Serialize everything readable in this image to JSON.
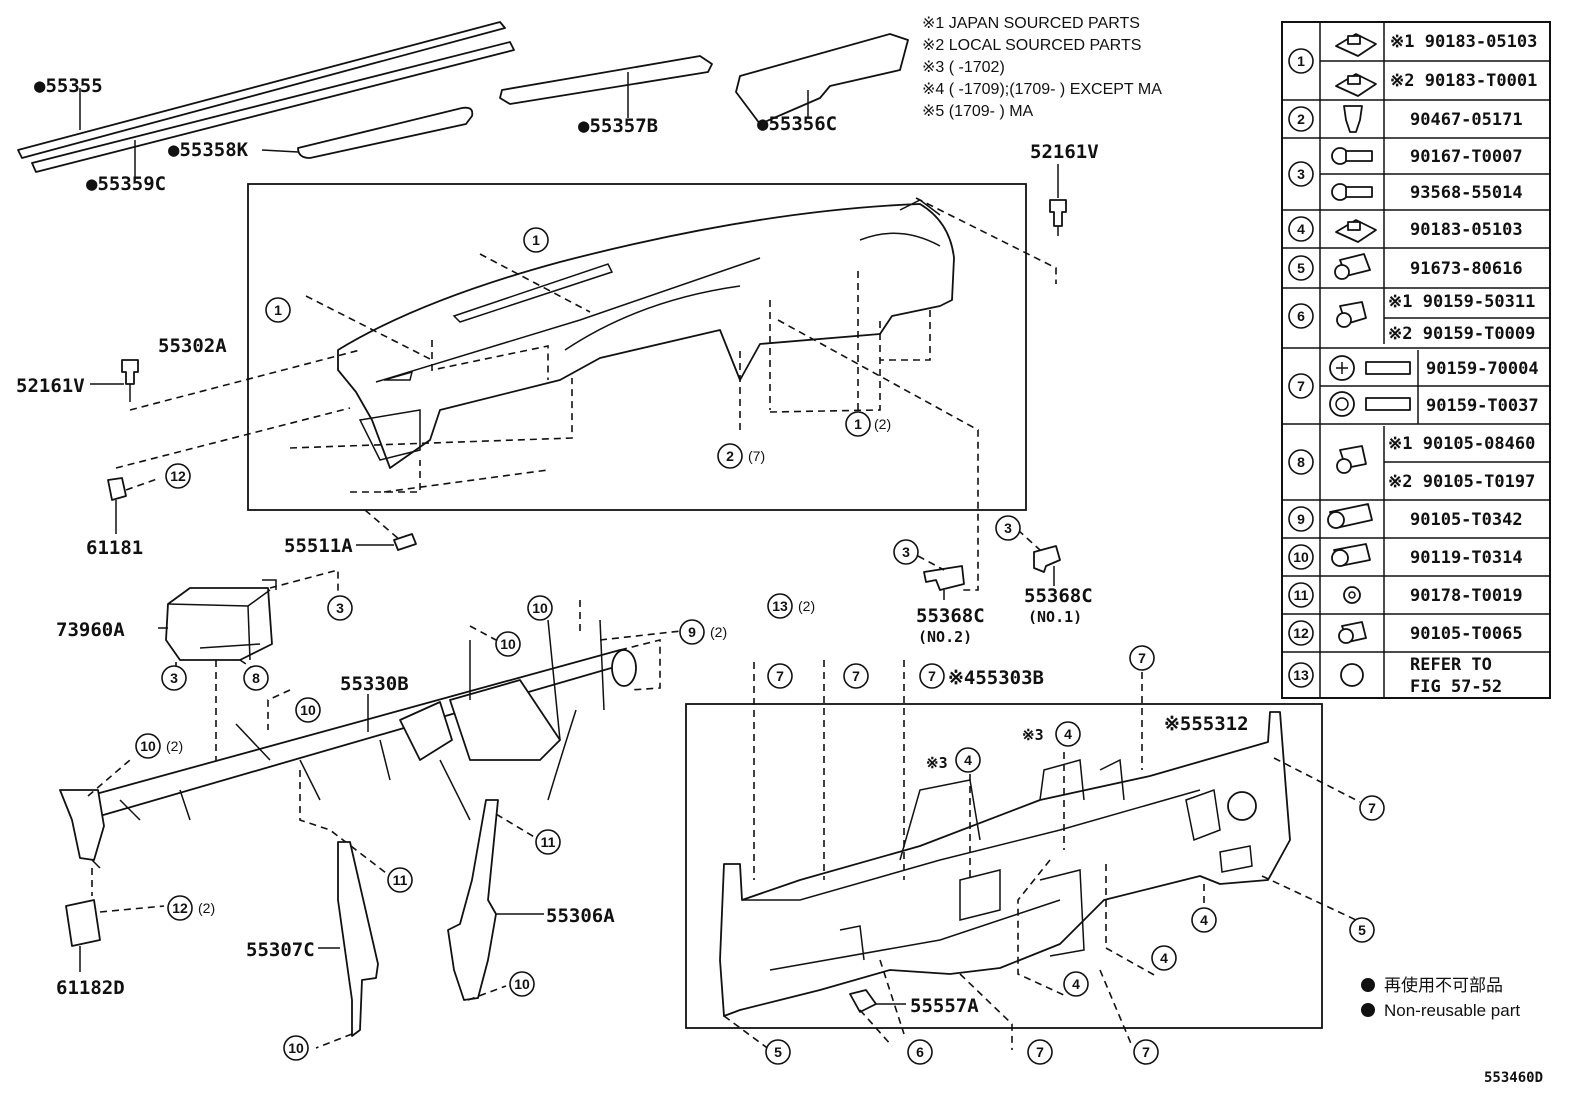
{
  "notes": [
    "※1  JAPAN SOURCED PARTS",
    "※2  LOCAL SOURCED PARTS",
    "※3  (        -1702)",
    "※4  (        -1709);(1709-        ) EXCEPT MA",
    "※5  (1709-        ) MA"
  ],
  "parts": {
    "p55355": "●55355",
    "p55359c": "●55359C",
    "p55358k": "●55358K",
    "p55357b": "●55357B",
    "p55356c": "●55356C",
    "p52161v_top": "52161V",
    "p52161v_left": "52161V",
    "p55302a": "55302A",
    "p61181": "61181",
    "p55511a": "55511A",
    "p73960a": "73960A",
    "p55330b": "55330B",
    "p55368c_no2": "55368C",
    "p55368c_no2_sub": "(NO.2)",
    "p55368c_no1": "55368C",
    "p55368c_no1_sub": "(NO.1)",
    "p55303b": "※455303B",
    "p55312": "※555312",
    "p61182d": "61182D",
    "p55307c": "55307C",
    "p55306a": "55306A",
    "p55557a": "55557A",
    "p_s3a": "※3",
    "p_s3b": "※3"
  },
  "callouts": {
    "q2": "(2)",
    "q7": "(7)"
  },
  "table": [
    {
      "num": "1",
      "rows": [
        "※1 90183-05103",
        "※2 90183-T0001"
      ]
    },
    {
      "num": "2",
      "rows": [
        "90467-05171"
      ]
    },
    {
      "num": "3",
      "rows": [
        "90167-T0007",
        "93568-55014"
      ]
    },
    {
      "num": "4",
      "rows": [
        "90183-05103"
      ]
    },
    {
      "num": "5",
      "rows": [
        "91673-80616"
      ]
    },
    {
      "num": "6",
      "rows": [
        "※1 90159-50311",
        "※2 90159-T0009"
      ]
    },
    {
      "num": "7",
      "rows": [
        "90159-70004",
        "90159-T0037"
      ]
    },
    {
      "num": "8",
      "rows": [
        "※1 90105-08460",
        "※2 90105-T0197"
      ]
    },
    {
      "num": "9",
      "rows": [
        "90105-T0342"
      ]
    },
    {
      "num": "10",
      "rows": [
        "90119-T0314"
      ]
    },
    {
      "num": "11",
      "rows": [
        "90178-T0019"
      ]
    },
    {
      "num": "12",
      "rows": [
        "90105-T0065"
      ]
    },
    {
      "num": "13",
      "rows": [
        "REFER TO",
        "FIG 57-52"
      ]
    }
  ],
  "legend": {
    "jp": "再使用不可部品",
    "en": "Non-reusable part"
  },
  "figure_id": "553460D",
  "icons": [
    "clip-nut-icon",
    "push-clip-icon",
    "screw-icon",
    "bolt-icon",
    "grommet-icon",
    "black-dot-icon"
  ]
}
